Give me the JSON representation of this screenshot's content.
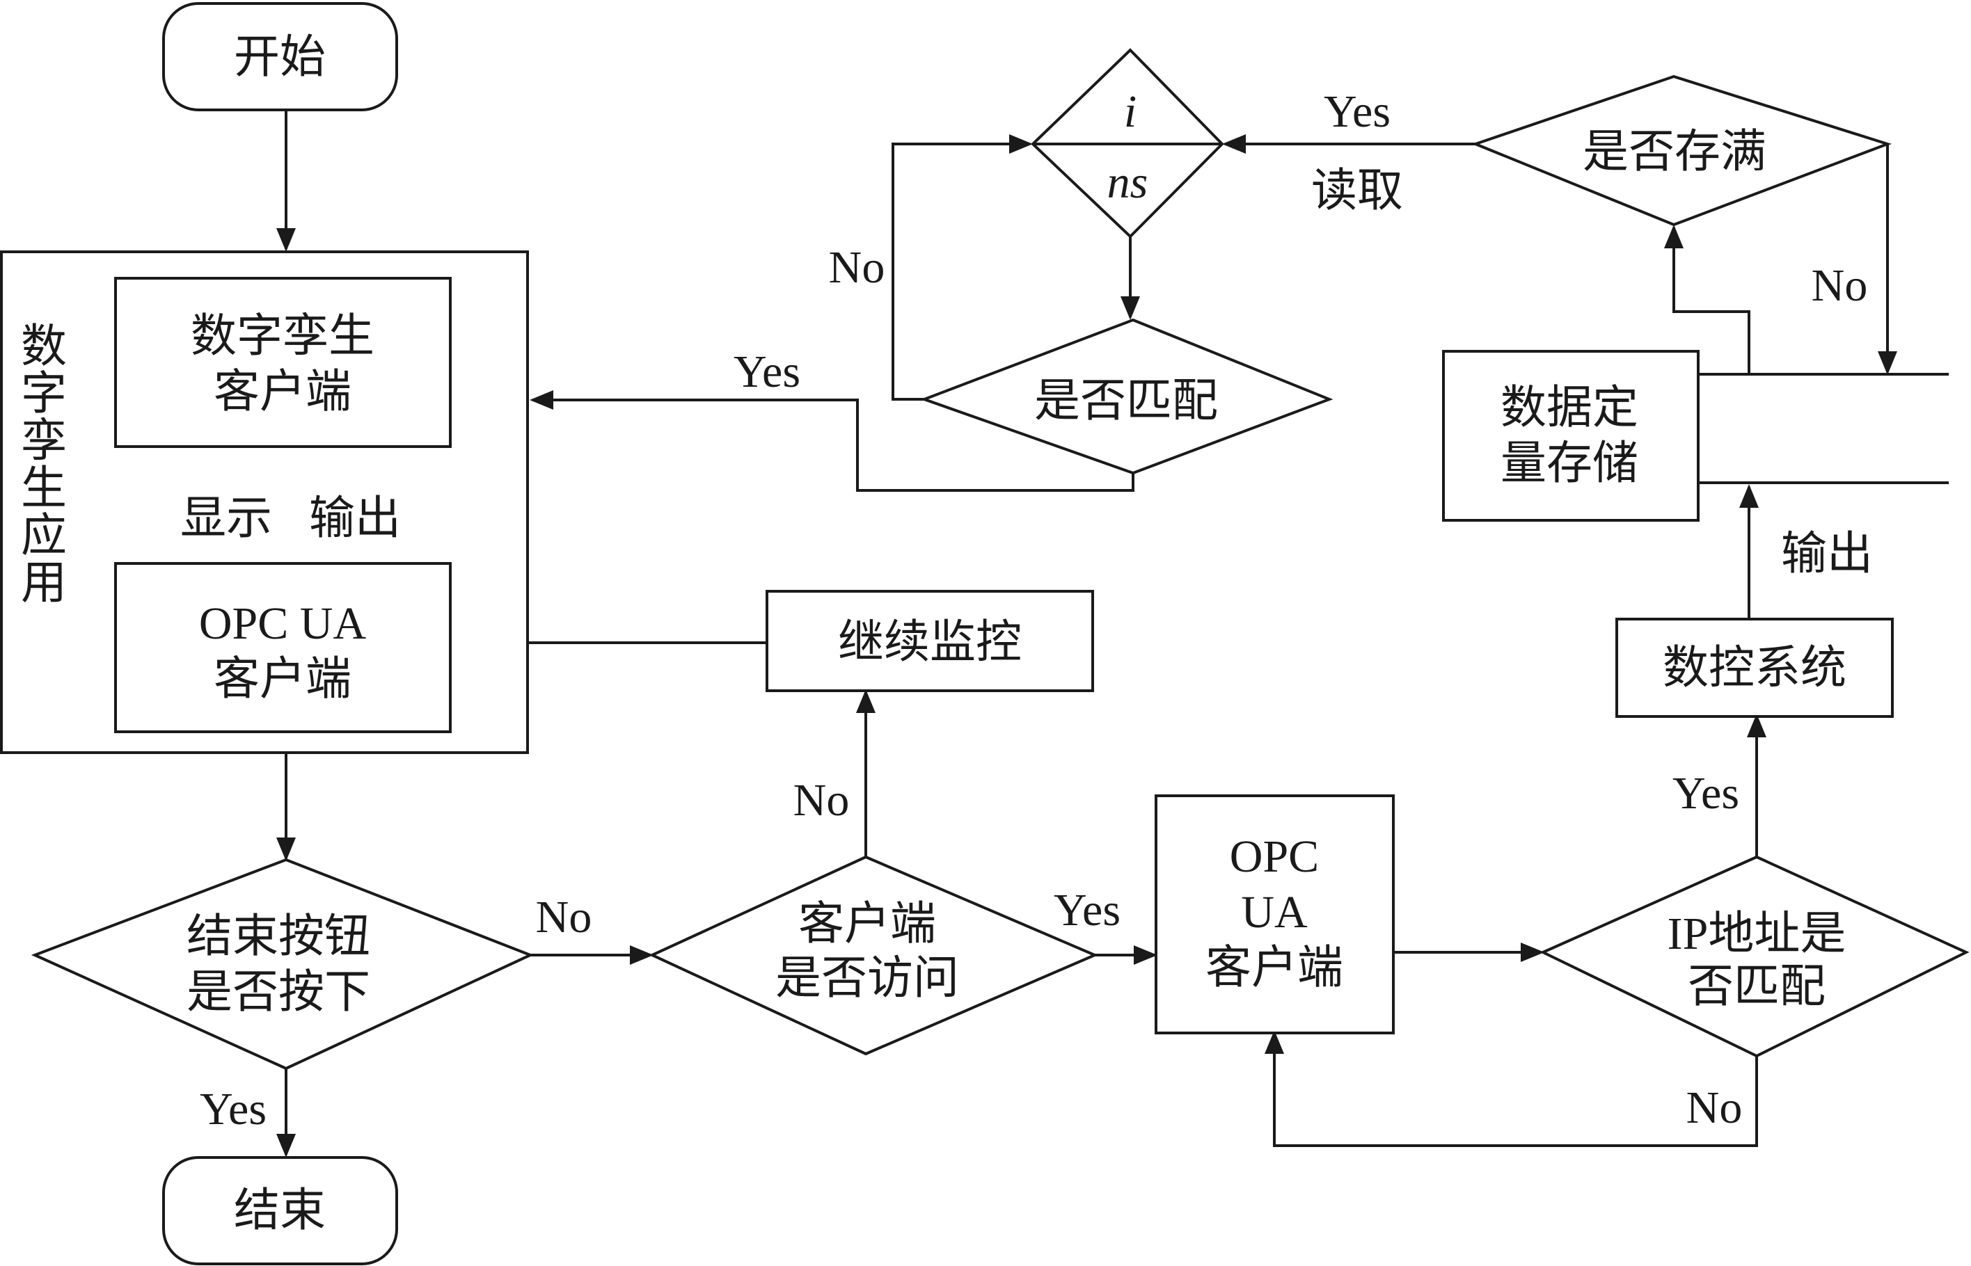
{
  "nodes": {
    "start": "开始",
    "end": "结束",
    "app_label": [
      "数",
      "字",
      "孪",
      "生",
      "应",
      "用"
    ],
    "dt_client": [
      "数字孪生",
      "客户端"
    ],
    "opc_client_left": [
      "OPC UA",
      "客户端"
    ],
    "continue_monitor": "继续监控",
    "end_button": [
      "结束按钮",
      "是否按下"
    ],
    "client_access": [
      "客户端",
      "是否访问"
    ],
    "opc_client_mid": [
      "OPC",
      "UA",
      "客户端"
    ],
    "ip_match": [
      "IP地址是",
      "否匹配"
    ],
    "cnc_system": "数控系统",
    "data_storage": [
      "数据定",
      "量存储"
    ],
    "is_full": "是否存满",
    "i_ns_top": "i",
    "i_ns_bottom": "ns",
    "is_match": "是否匹配"
  },
  "edges": {
    "display": "显示",
    "output_left": "输出",
    "output_right": "输出",
    "read": "读取",
    "yes": "Yes",
    "no": "No"
  },
  "colors": {
    "stroke": "#1a1a1a",
    "background": "#ffffff"
  }
}
